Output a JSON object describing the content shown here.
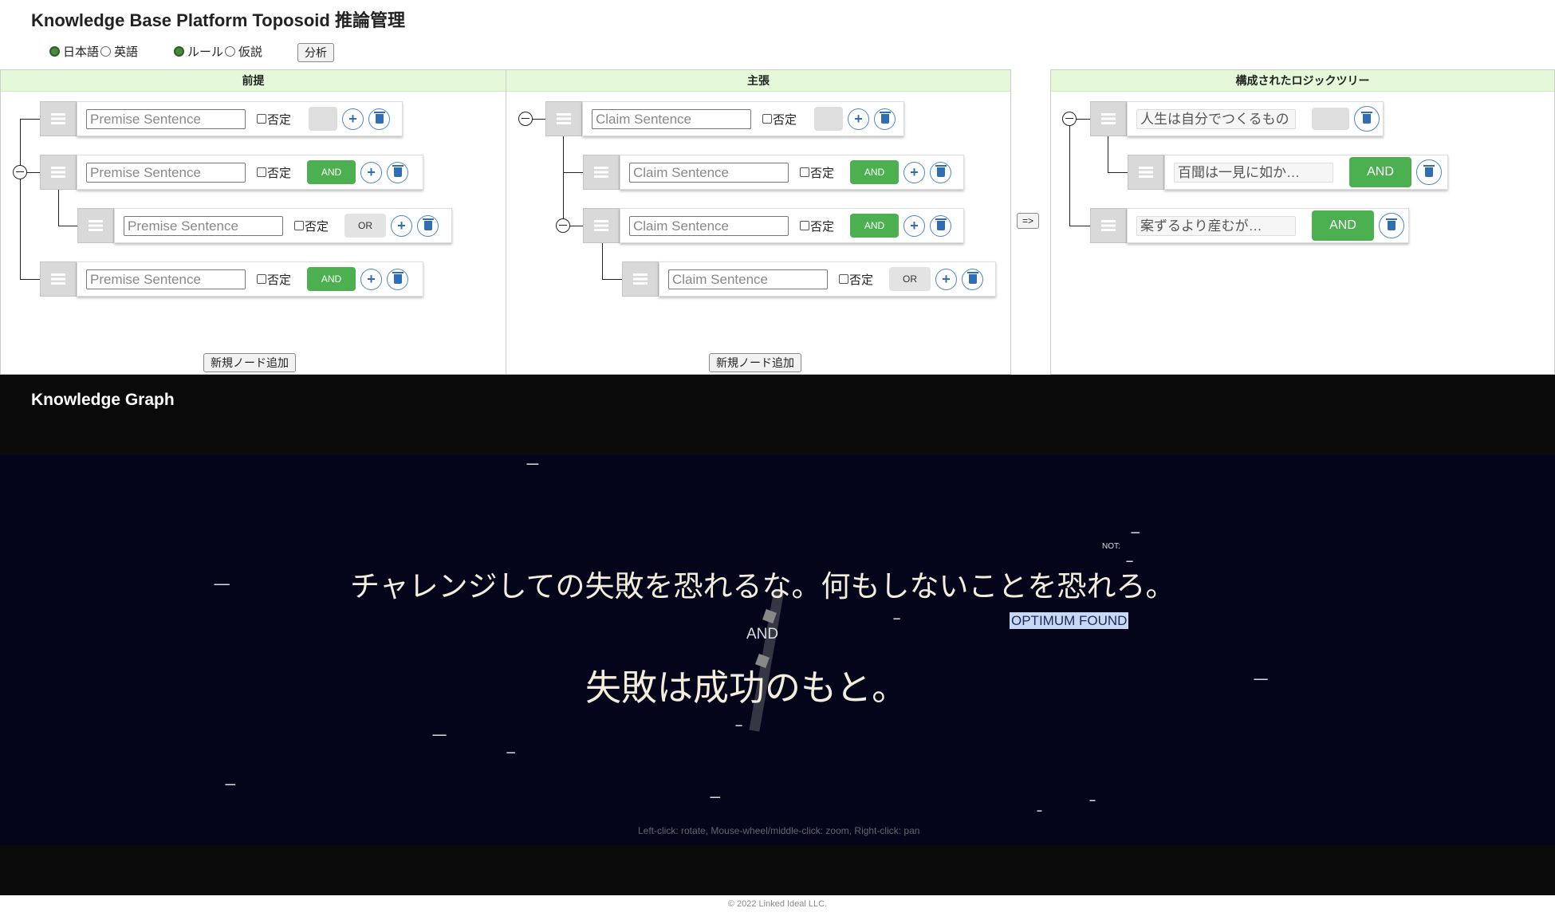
{
  "title": "Knowledge Base Platform Toposoid 推論管理",
  "language_options": [
    {
      "label": "日本語",
      "selected": true
    },
    {
      "label": "英語",
      "selected": false
    }
  ],
  "mode_options": [
    {
      "label": "ルール",
      "selected": true
    },
    {
      "label": "仮説",
      "selected": false
    }
  ],
  "analyze_label": "分析",
  "negation_label": "否定",
  "add_node_label": "新規ノード追加",
  "transfer_label": "=>",
  "premise": {
    "header": "前提",
    "rows": [
      {
        "placeholder": "Premise Sentence",
        "op": ""
      },
      {
        "placeholder": "Premise Sentence",
        "op": "AND"
      },
      {
        "placeholder": "Premise Sentence",
        "op": "OR"
      },
      {
        "placeholder": "Premise Sentence",
        "op": "AND"
      }
    ]
  },
  "claim": {
    "header": "主張",
    "rows": [
      {
        "placeholder": "Claim Sentence",
        "op": ""
      },
      {
        "placeholder": "Claim Sentence",
        "op": "AND"
      },
      {
        "placeholder": "Claim Sentence",
        "op": "AND"
      },
      {
        "placeholder": "Claim Sentence",
        "op": "OR"
      }
    ]
  },
  "logic": {
    "header": "構成されたロジックツリー",
    "rows": [
      {
        "value": "人生は自分でつくるもの",
        "op": ""
      },
      {
        "value": "百聞は一見に如か…",
        "op": "AND"
      },
      {
        "value": "案ずるより産むが…",
        "op": "AND"
      }
    ]
  },
  "graph": {
    "title": "Knowledge Graph",
    "node_claim": "チャレンジしての失敗を恐れるな。何もしないことを恐れろ。",
    "edge_label": "AND",
    "node_premise": "失敗は成功のもと。",
    "status": "OPTIMUM FOUND",
    "not_label": "NOT:",
    "hint": "Left-click: rotate, Mouse-wheel/middle-click: zoom, Right-click: pan"
  },
  "footer": "© 2022 Linked Ideal LLC."
}
